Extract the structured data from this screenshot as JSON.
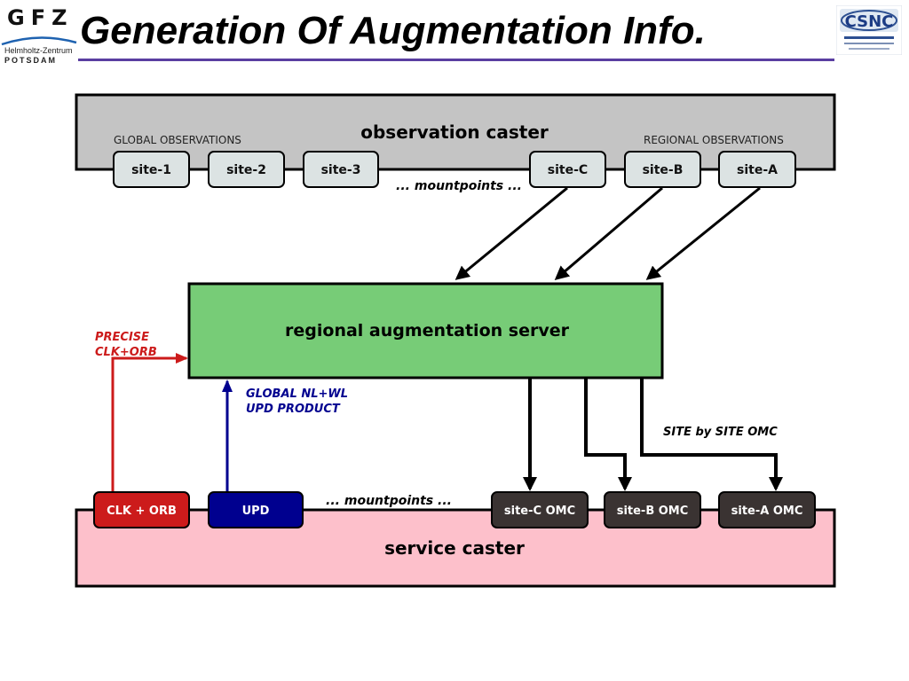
{
  "header": {
    "title": "Generation Of Augmentation Info.",
    "logo_left": {
      "letters": "GFZ",
      "line1": "Helmholtz-Zentrum",
      "line2": "POTSDAM"
    },
    "logo_right": {
      "text": "CSNC",
      "icon": "csnc-logo"
    }
  },
  "diagram": {
    "observation_caster": {
      "label": "observation caster",
      "global_label": "GLOBAL OBSERVATIONS",
      "regional_label": "REGIONAL OBSERVATIONS",
      "sites": [
        "site-1",
        "site-2",
        "site-3",
        "site-C",
        "site-B",
        "site-A"
      ],
      "mountpoints": "... mountpoints ..."
    },
    "server": {
      "label": "regional augmentation server"
    },
    "inputs": {
      "precise_line1": "PRECISE",
      "precise_line2": "CLK+ORB",
      "upd_line1": "GLOBAL NL+WL",
      "upd_line2": "UPD PRODUCT"
    },
    "omc_label": "SITE by SITE OMC",
    "service_caster": {
      "label": "service caster",
      "mountpoints": "... mountpoints ...",
      "streams": [
        "CLK + ORB",
        "UPD",
        "site-C OMC",
        "site-B OMC",
        "site-A OMC"
      ]
    },
    "colors": {
      "obs_caster": "#c4c4c4",
      "site_box": "#dce3e3",
      "server": "#77cc77",
      "service_caster": "#fdc0cb",
      "clk_orb": "#cc1b1b",
      "upd": "#00008f",
      "omc_box": "#3a3332",
      "precise_text": "#cc1b1b",
      "upd_text": "#00008f"
    }
  }
}
